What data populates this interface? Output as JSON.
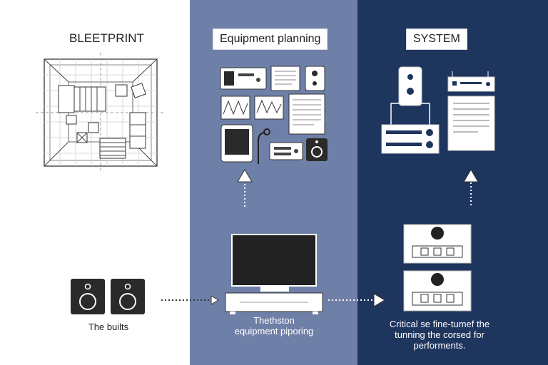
{
  "panels": [
    {
      "title": "BLEETPRINT",
      "caption_lines": [
        "The builts"
      ]
    },
    {
      "title": "Equipment planning",
      "caption_lines": [
        "Thethston",
        "equipment piporing"
      ]
    },
    {
      "title": "SYSTEM",
      "caption_lines": [
        "Critical se fine-tumef the",
        "tunning the corsed for",
        "performents."
      ]
    }
  ],
  "colors": {
    "panel1": "#ffffff",
    "panel2": "#6f80a8",
    "panel3": "#1e355e",
    "ink": "#222222"
  }
}
